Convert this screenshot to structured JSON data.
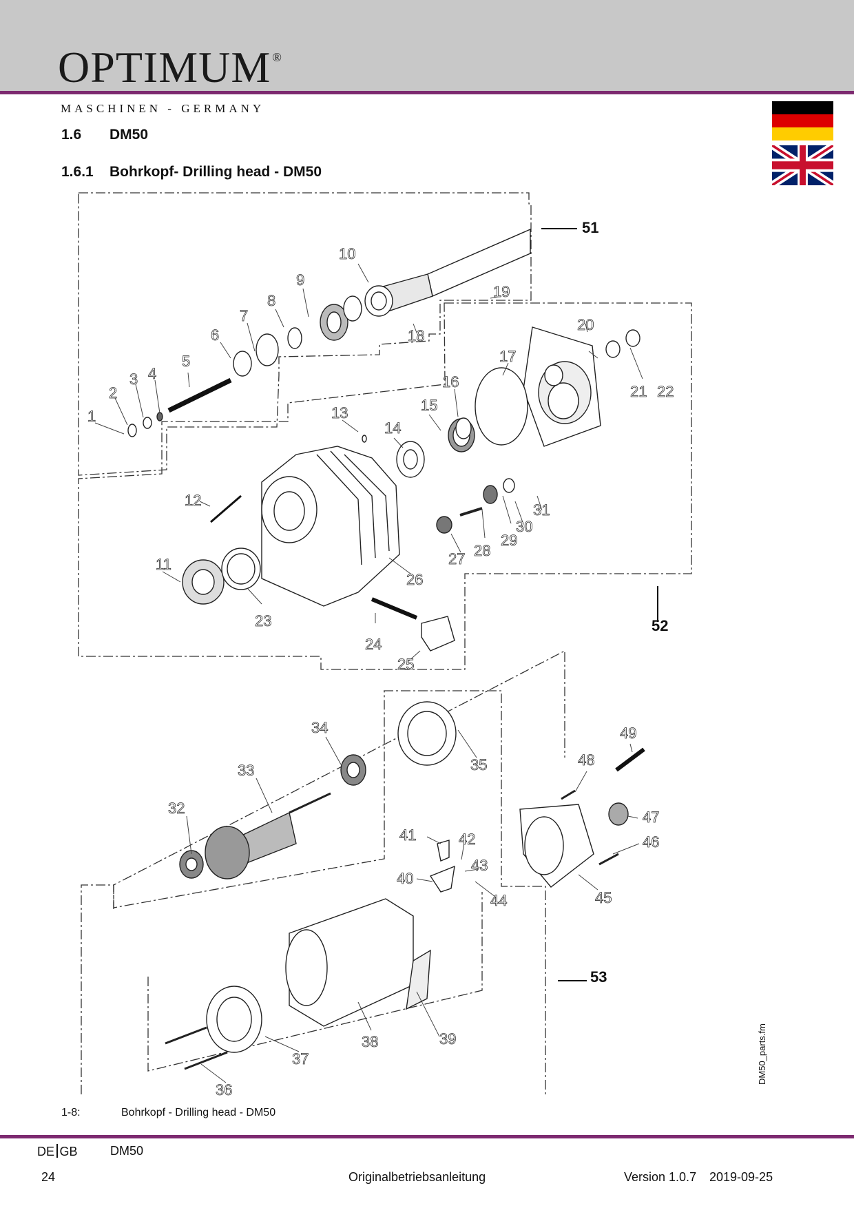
{
  "header": {
    "brand": "OPTIMUM",
    "registered": "®",
    "tagline": "MASCHINEN - GERMANY",
    "band_color": "#c8c8c8",
    "rule_color": "#7d2a70"
  },
  "language_flags": [
    {
      "name": "germany-flag",
      "colors": [
        "#000000",
        "#dd0000",
        "#ffcc00"
      ]
    },
    {
      "name": "united-kingdom-flag",
      "colors": [
        "#012169",
        "#ffffff",
        "#c8102e"
      ]
    }
  ],
  "section": {
    "number": "1.6",
    "title": "DM50"
  },
  "subsection": {
    "number": "1.6.1",
    "title": "Bohrkopf- Drilling head - DM50"
  },
  "diagram": {
    "assemblies": [
      "51",
      "52",
      "53"
    ],
    "part_numbers": [
      "1",
      "2",
      "3",
      "4",
      "5",
      "6",
      "7",
      "8",
      "9",
      "10",
      "11",
      "12",
      "13",
      "14",
      "15",
      "16",
      "17",
      "18",
      "19",
      "20",
      "21",
      "22",
      "23",
      "24",
      "25",
      "26",
      "27",
      "28",
      "29",
      "30",
      "31",
      "32",
      "33",
      "34",
      "35",
      "36",
      "37",
      "38",
      "39",
      "40",
      "41",
      "42",
      "43",
      "44",
      "45",
      "46",
      "47",
      "48",
      "49"
    ]
  },
  "figure": {
    "number": "1-8:",
    "caption": "Bohrkopf - Drilling head - DM50"
  },
  "side_note": "DM50_parts.fm",
  "footer": {
    "lang_de": "DE",
    "lang_gb": "GB",
    "model": "DM50",
    "page": "24",
    "document": "Originalbetriebsanleitung",
    "version": "Version 1.0.7",
    "date": "2019-09-25"
  }
}
